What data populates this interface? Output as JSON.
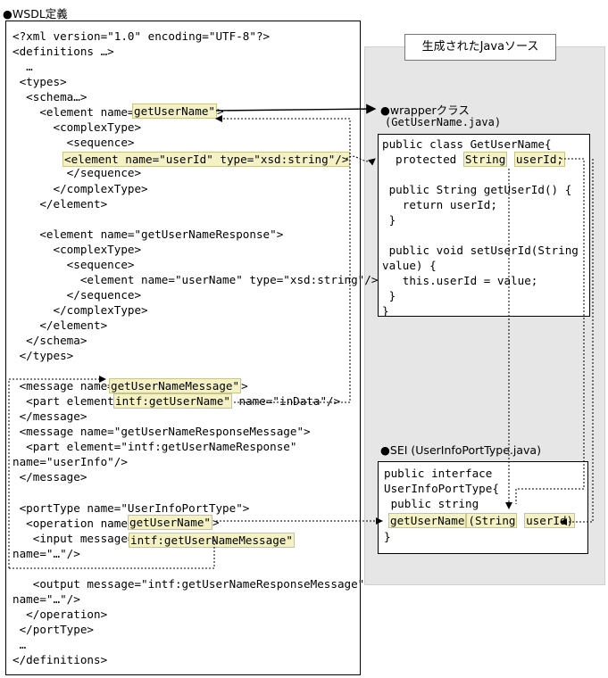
{
  "wsdl_title": "●WSDL定義",
  "wsdl_lines": [
    "<?xml version=\"1.0\" encoding=\"UTF-8\"?>",
    "<definitions …>",
    "  …",
    " <types>",
    "  <schema…>",
    "    <element name=\"",
    "      <complexType>",
    "        <sequence>",
    "         ",
    "        </sequence>",
    "      </complexType>",
    "    </element>",
    "",
    "    <element name=\"getUserNameResponse\">",
    "      <complexType>",
    "        <sequence>",
    "          <element name=\"userName\" type=\"xsd:string\"/>",
    "        </sequence>",
    "      </complexType>",
    "    </element>",
    "  </schema>",
    " </types>",
    "",
    " <message name=\"",
    "  <part element=\"",
    " </message>",
    " <message name=\"getUserNameResponseMessage\">",
    "  <part element=\"intf:getUserNameResponse\"",
    "name=\"userInfo\"/>",
    " </message>",
    "",
    " <portType name=\"UserInfoPortType\">",
    "  <operation name=\"",
    "   <input message=\"",
    "name=\"…\"/>",
    "",
    "   <output message=\"intf:getUserNameResponseMessage\"",
    "name=\"…\"/>",
    "  </operation>",
    " </portType>",
    " …",
    "</definitions>"
  ],
  "wsdl_highlights": {
    "el_name": "getUserName\"",
    "el_name_tail": ">",
    "userid_element": "<element name=\"userId\" type=\"xsd:string\"/>",
    "msg_name": "getUserNameMessage\"",
    "msg_name_tail": ">",
    "part_element": "intf:getUserName\"",
    "part_tail": " name=\"inData\"/>",
    "op_name": "getUserName\"",
    "op_name_tail": ">",
    "input_msg": "intf:getUserNameMessage\""
  },
  "generated_label": "生成されたJavaソース",
  "wrapper": {
    "title": "●wrapperクラス",
    "file": "(GetUserName.java)",
    "line1": "public class GetUserName{",
    "protected": "protected ",
    "type": "String",
    "field": "userId;",
    "lines": [
      "",
      "",
      " public String getUserId() {",
      "   return userId;",
      " }",
      "",
      " public void setUserId(String",
      "value) {",
      "   this.userId = value;",
      " }",
      "}"
    ]
  },
  "sei": {
    "title": "●SEI (UserInfoPortType.java)",
    "line1": "public interface",
    "line2": "UserInfoPortType{",
    "line3": " public string",
    "method": "getUserName",
    "param_type": "(String",
    "param_name": "userId)",
    "end": "}"
  }
}
